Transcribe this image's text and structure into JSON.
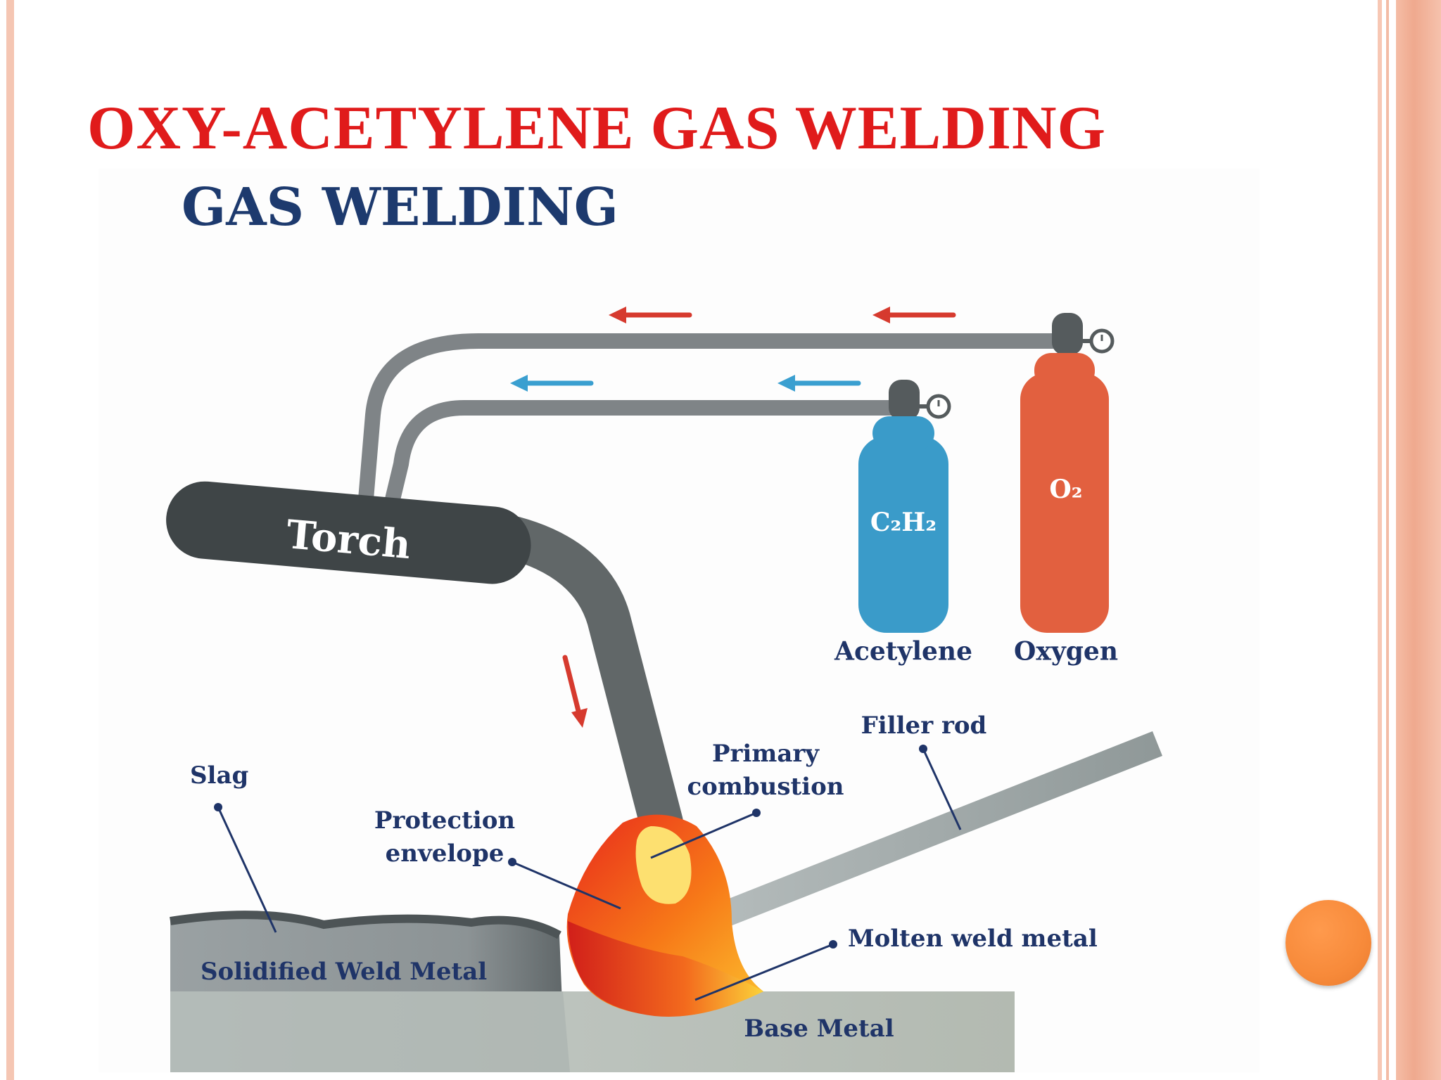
{
  "slide": {
    "title": "OXY-ACETYLENE GAS WELDING"
  },
  "diagram": {
    "heading": "GAS WELDING",
    "labels": {
      "torch": "Torch",
      "acetylene_formula": "C₂H₂",
      "oxygen_formula": "O₂",
      "acetylene": "Acetylene",
      "oxygen": "Oxygen",
      "filler_rod": "Filler rod",
      "primary_combustion_1": "Primary",
      "primary_combustion_2": "combustion",
      "slag": "Slag",
      "protection_envelope_1": "Protection",
      "protection_envelope_2": "envelope",
      "molten_weld_metal": "Molten weld metal",
      "solidified_weld_metal": "Solidified Weld Metal",
      "base_metal": "Base Metal"
    },
    "colors": {
      "heading_navy": "#1d3a6e",
      "label_navy": "#1f3468",
      "hose_gray": "#7f8487",
      "torch_dark": "#3f4547",
      "acetylene_blue": "#3a9bc9",
      "oxygen_red": "#e2603f",
      "arrow_red": "#d63a2e",
      "arrow_blue": "#3a9fd0",
      "flame_red": "#e8291c",
      "flame_orange": "#f77a18",
      "flame_yellow": "#fde070"
    }
  }
}
